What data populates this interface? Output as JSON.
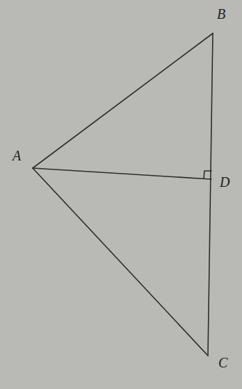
{
  "diagram": {
    "labels": [
      "B",
      "A",
      "C",
      "D"
    ]
  }
}
